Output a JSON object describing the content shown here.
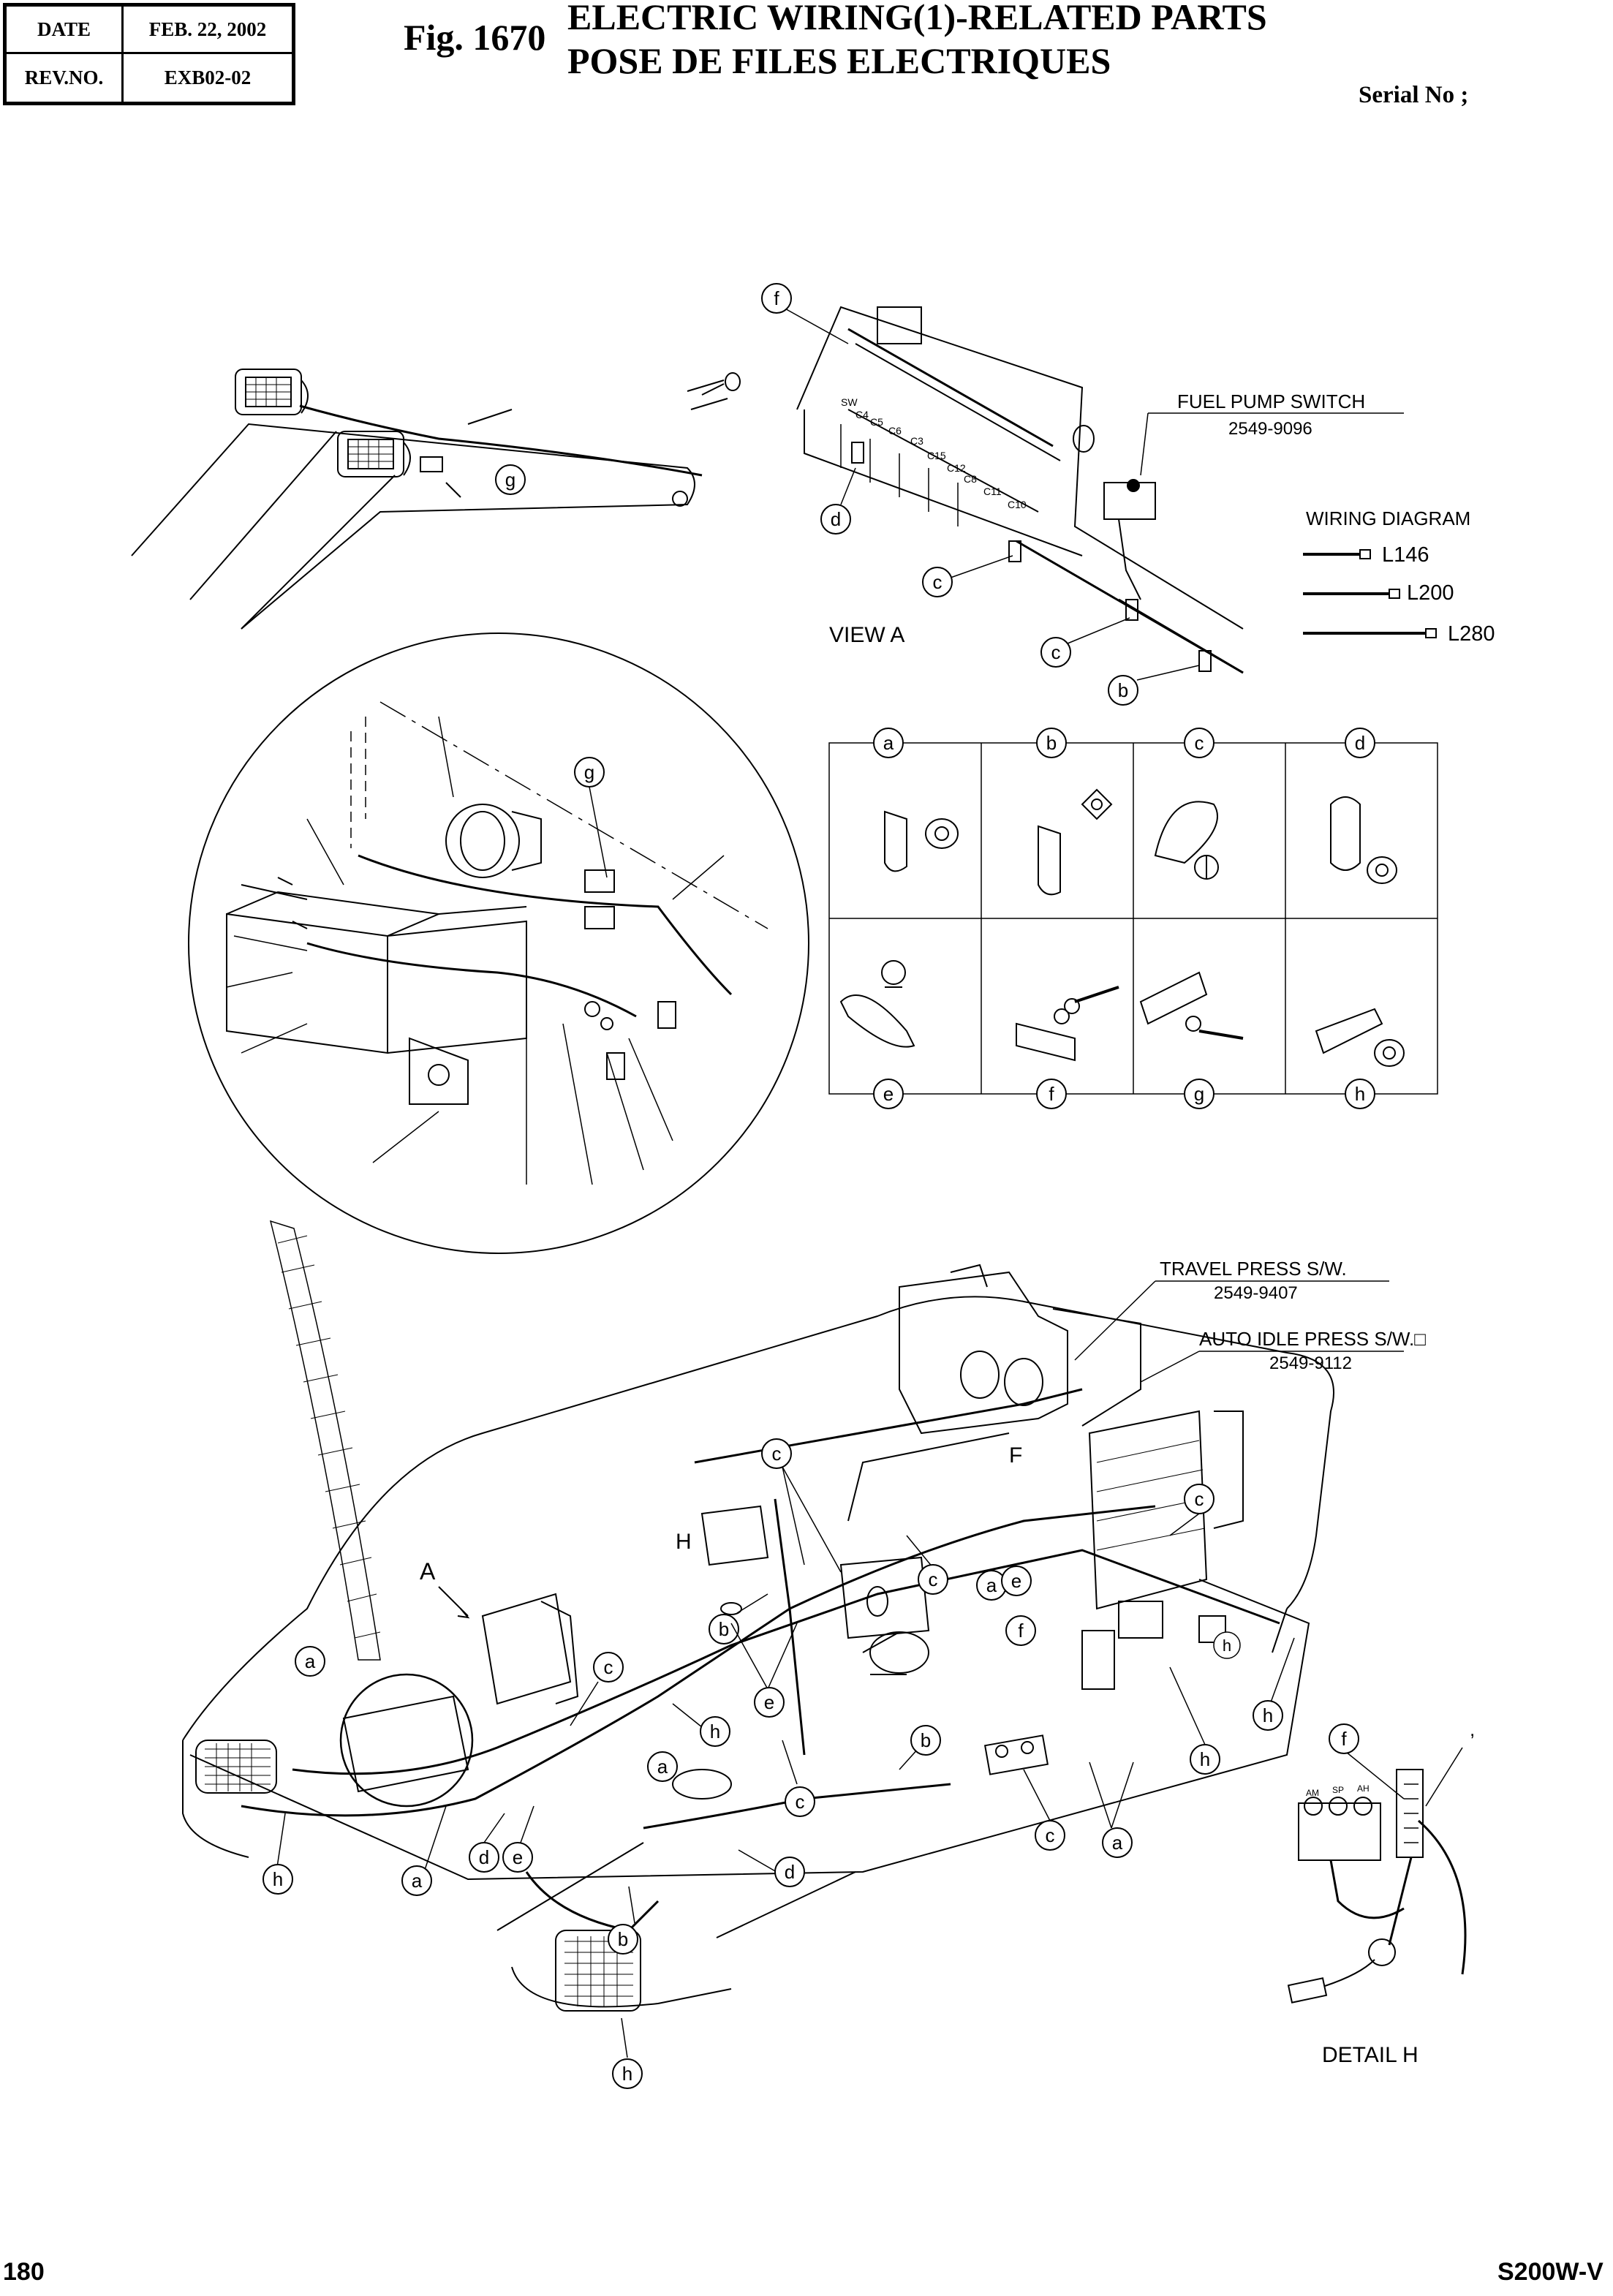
{
  "header": {
    "date_label": "DATE",
    "date_value": "FEB. 22, 2002",
    "rev_label": "REV.NO.",
    "rev_value": "EXB02-02",
    "fig_no": "Fig. 1670",
    "title_en": "ELECTRIC WIRING(1)-RELATED PARTS",
    "title_fr": "POSE DE FILES ELECTRIQUES",
    "serial": "Serial No ;"
  },
  "footer": {
    "page": "180",
    "model": "S200W-V"
  },
  "callouts": {
    "fuel_pump_name": "FUEL PUMP SWITCH",
    "fuel_pump_no": "2549-9096",
    "travel_name": "TRAVEL PRESS S/W.",
    "travel_no": "2549-9407",
    "auto_idle_name": "AUTO IDLE PRESS S/W.□",
    "auto_idle_no": "2549-9112"
  },
  "wiring_diagram": {
    "title": "WIRING DIAGRAM",
    "items": [
      "L146",
      "L200",
      "L280"
    ]
  },
  "view_labels": {
    "view_a": "VIEW  A",
    "detail_h": "DETAIL  H",
    "arrow_a": "A",
    "h_mark": "H",
    "f_mark": "F",
    "comma": ","
  },
  "fuse_labels": [
    "SW",
    "C4",
    "C5",
    "C6",
    "C3",
    "C15",
    "C12",
    "C8",
    "C11",
    "C10"
  ],
  "detail_h_switch_labels": [
    "AM",
    "SP",
    "AH"
  ],
  "legend_letters": [
    "a",
    "b",
    "c",
    "d",
    "e",
    "f",
    "g",
    "h"
  ],
  "balloon_letters": {
    "view_a": [
      "f",
      "d",
      "c",
      "c",
      "b",
      "g"
    ],
    "circle_detail": [
      "g"
    ],
    "machine": [
      "c",
      "a",
      "a",
      "a",
      "a",
      "a",
      "b",
      "b",
      "b",
      "c",
      "c",
      "c",
      "c",
      "c",
      "d",
      "d",
      "e",
      "e",
      "e",
      "f",
      "h",
      "h",
      "h",
      "h",
      "h",
      "h"
    ]
  }
}
